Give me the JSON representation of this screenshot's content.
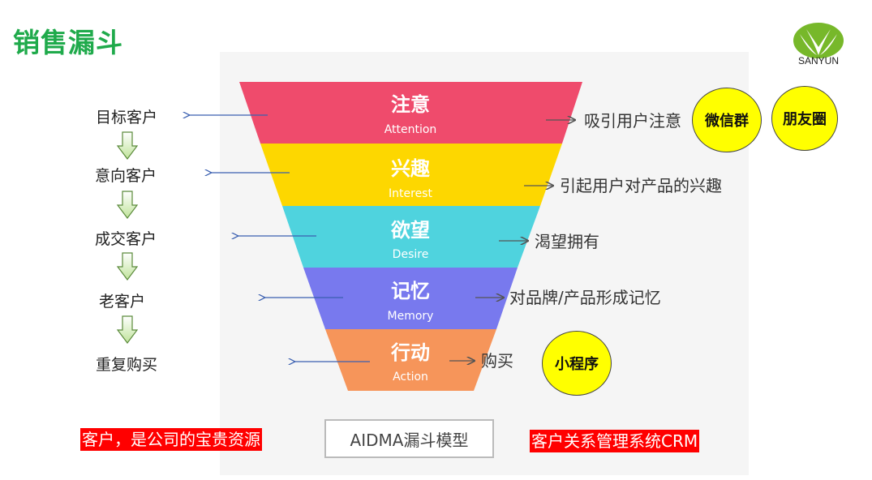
{
  "title": "销售漏斗",
  "logo": {
    "text": "SANYUN"
  },
  "funnel": [
    {
      "cn": "注意",
      "en": "Attention",
      "desc": "吸引用户注意",
      "color": "#ef4b6c"
    },
    {
      "cn": "兴趣",
      "en": "Interest",
      "desc": "引起用户对产品的兴趣",
      "color": "#fdd700"
    },
    {
      "cn": "欲望",
      "en": "Desire",
      "desc": "渴望拥有",
      "color": "#4fd3de"
    },
    {
      "cn": "记忆",
      "en": "Memory",
      "desc": "对品牌/产品形成记忆",
      "color": "#7879ee"
    },
    {
      "cn": "行动",
      "en": "Action",
      "desc": "购买",
      "color": "#f6955a"
    }
  ],
  "customer_stages": [
    "目标客户",
    "意向客户",
    "成交客户",
    "老客户",
    "重复购买"
  ],
  "channels": {
    "wechat_group": "微信群",
    "moments": "朋友圈",
    "mini_program": "小程序"
  },
  "notes": {
    "left": "客户，是公司的宝贵资源",
    "model": "AIDMA漏斗模型",
    "right": "客户关系管理系统CRM"
  },
  "colors": {
    "title_green": "#1faa4b",
    "highlight_yellow": "#ffff00",
    "note_red": "#ff0000"
  }
}
